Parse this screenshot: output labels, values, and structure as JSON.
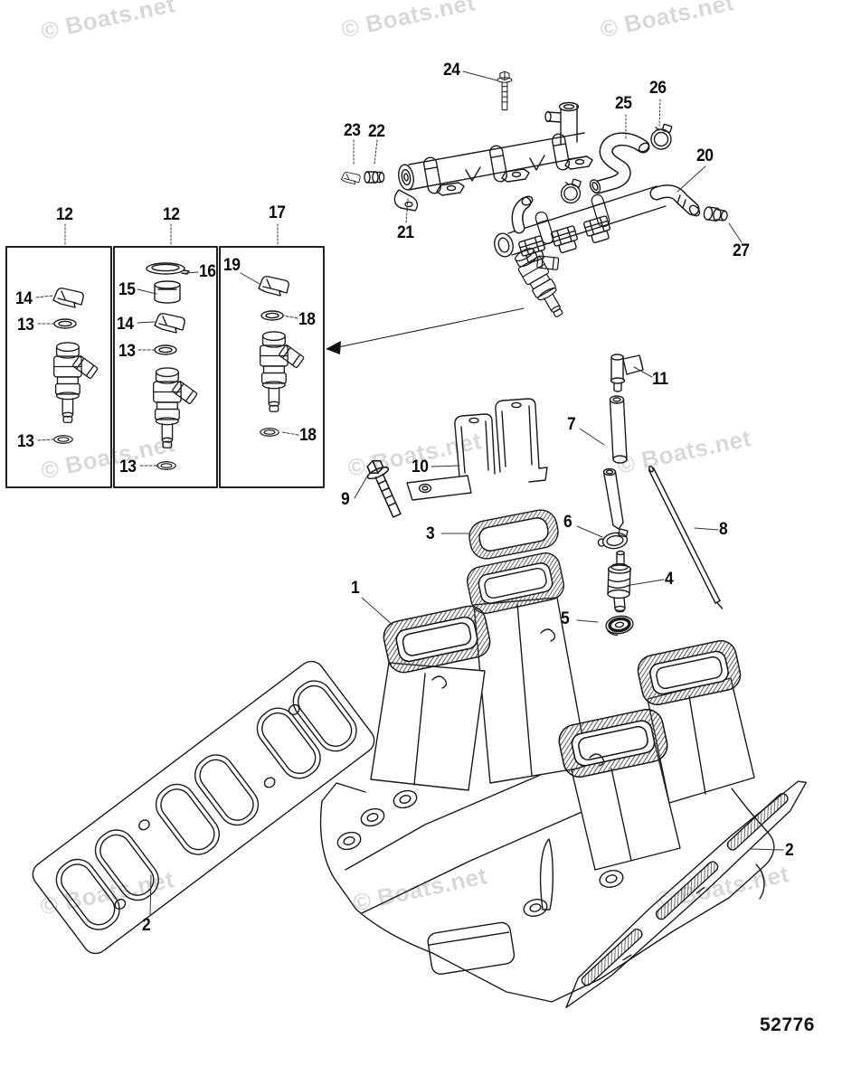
{
  "watermark": {
    "text": "© Boats.net"
  },
  "drawing_number": "52776",
  "callouts": {
    "box1": "12",
    "box2": "12",
    "box3": "17",
    "n1": "1",
    "n2": "2",
    "n3": "3",
    "n4": "4",
    "n5": "5",
    "n6": "6",
    "n7": "7",
    "n8": "8",
    "n9": "9",
    "n10": "10",
    "n11": "11",
    "n13": "13",
    "n14": "14",
    "n15": "15",
    "n16": "16",
    "n18": "18",
    "n19": "19",
    "n20": "20",
    "n21": "21",
    "n22": "22",
    "n23": "23",
    "n24": "24",
    "n25": "25",
    "n26": "26",
    "n27": "27"
  }
}
